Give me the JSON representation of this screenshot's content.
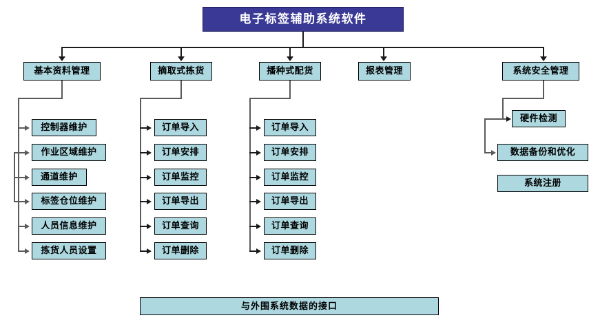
{
  "diagram": {
    "title_box": {
      "label": "电子标签辅助系统软件"
    },
    "level2": [
      {
        "id": "basic-data-management",
        "label": "基本资料管理"
      },
      {
        "id": "pick-to-light-picking",
        "label": "摘取式拣货"
      },
      {
        "id": "sowing-type-distribution",
        "label": "播种式配货"
      },
      {
        "id": "report-management",
        "label": "报表管理"
      },
      {
        "id": "system-security-management",
        "label": "系统安全管理"
      }
    ],
    "col1_items": [
      {
        "label": "控制器维护"
      },
      {
        "label": "作业区域维护"
      },
      {
        "label": "通道维护"
      },
      {
        "label": "标签仓位维护"
      },
      {
        "label": "人员信息维护"
      },
      {
        "label": "拣货人员设置"
      }
    ],
    "col2_items": [
      {
        "label": "订单导入"
      },
      {
        "label": "订单安排"
      },
      {
        "label": "订单监控"
      },
      {
        "label": "订单导出"
      },
      {
        "label": "订单查询"
      },
      {
        "label": "订单删除"
      }
    ],
    "col3_items": [
      {
        "label": "订单导入"
      },
      {
        "label": "订单安排"
      },
      {
        "label": "订单监控"
      },
      {
        "label": "订单导出"
      },
      {
        "label": "订单查询"
      },
      {
        "label": "订单删除"
      }
    ],
    "col5_items": [
      {
        "label": "硬件检测"
      },
      {
        "label": "数据备份和优化"
      },
      {
        "label": "系统注册"
      }
    ],
    "footer_box": {
      "label": "与外围系统数据的接口"
    },
    "colors": {
      "title_fill": "#3A3A96",
      "title_text": "#FFFFFF",
      "box_fill": "#ADD8E0",
      "box_border": "#000000",
      "box_text": "#000000",
      "connector_grey": "#5A5A5A",
      "connector_dark": "#1A1A1A",
      "background": "#FFFFFF"
    }
  }
}
